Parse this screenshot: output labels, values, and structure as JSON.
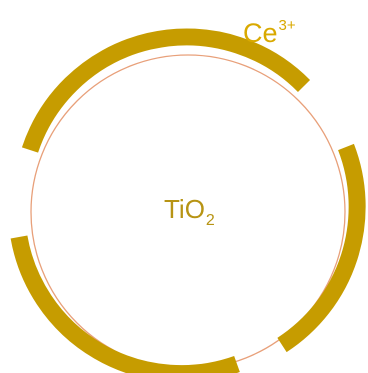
{
  "shell_label": {
    "text": "Ce",
    "superscript": "3+"
  },
  "core_label": {
    "text": "TiO",
    "subscript": "2"
  },
  "colors": {
    "shell": "#c69c00",
    "core_outline": "#e8a07a",
    "shell_label": "#d9a900",
    "core_label": "#b79414"
  }
}
